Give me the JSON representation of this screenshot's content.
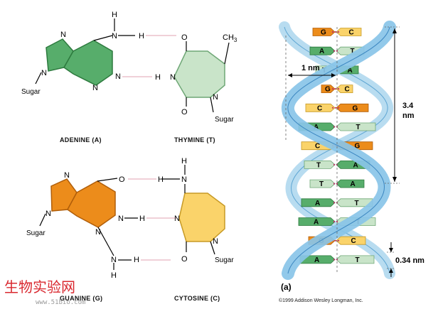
{
  "colors": {
    "adenine": "#57ad6b",
    "thymine": "#c9e4c9",
    "guanine": "#ec8c1b",
    "cytosine": "#fad36a",
    "backbone_front": "#89c4e8",
    "backbone_back": "#b8dcf0",
    "hbond": "#e2a0b0",
    "watermark": "#d9282f"
  },
  "bases": {
    "adenine": {
      "caption": "Adenine (A)",
      "atoms": {
        "n7": "N",
        "n9": "N",
        "n3": "N",
        "n1": "N",
        "n6": "N",
        "h6a": "H",
        "h6b": "H"
      },
      "sugar": "Sugar"
    },
    "thymine": {
      "caption": "Thymine (T)",
      "atoms": {
        "o4": "O",
        "ch3": "CH",
        "ch3_sub": "3",
        "n3": "N",
        "h3": "H",
        "n1": "N",
        "o2": "O"
      },
      "sugar": "Sugar"
    },
    "guanine": {
      "caption": "Guanine (G)",
      "atoms": {
        "n7": "N",
        "n9": "N",
        "n3": "N",
        "o6": "O",
        "n1": "N",
        "h1": "H",
        "n2": "N",
        "h2a": "H",
        "h2b": "H"
      },
      "sugar": "Sugar"
    },
    "cytosine": {
      "caption": "Cytosine (C)",
      "atoms": {
        "h4a": "H",
        "n4": "N",
        "h4b": "H",
        "n3": "N",
        "n1": "N",
        "o2": "O"
      },
      "sugar": "Sugar"
    }
  },
  "helix": {
    "pairs": [
      {
        "left": "G",
        "right": "C"
      },
      {
        "left": "A",
        "right": "T"
      },
      {
        "left": "T",
        "right": "A"
      },
      {
        "left": "G",
        "right": "C"
      },
      {
        "left": "C",
        "right": "G"
      },
      {
        "left": "A",
        "right": "T"
      },
      {
        "left": "C",
        "right": "G"
      },
      {
        "left": "T",
        "right": "A"
      },
      {
        "left": "T",
        "right": "A"
      },
      {
        "left": "A",
        "right": "T"
      },
      {
        "left": "A",
        "right": "T"
      },
      {
        "left": "G",
        "right": "C"
      },
      {
        "left": "A",
        "right": "T"
      }
    ],
    "labels": {
      "width": "1 nm",
      "pitch_value": "3.4",
      "pitch_unit": "nm",
      "rise": "0.34 nm"
    },
    "panel_label": "(a)",
    "copyright": "©1999 Addison Wesley Longman, Inc."
  },
  "watermark": {
    "chinese": "生物实验网",
    "url": "www.51bio.com"
  }
}
